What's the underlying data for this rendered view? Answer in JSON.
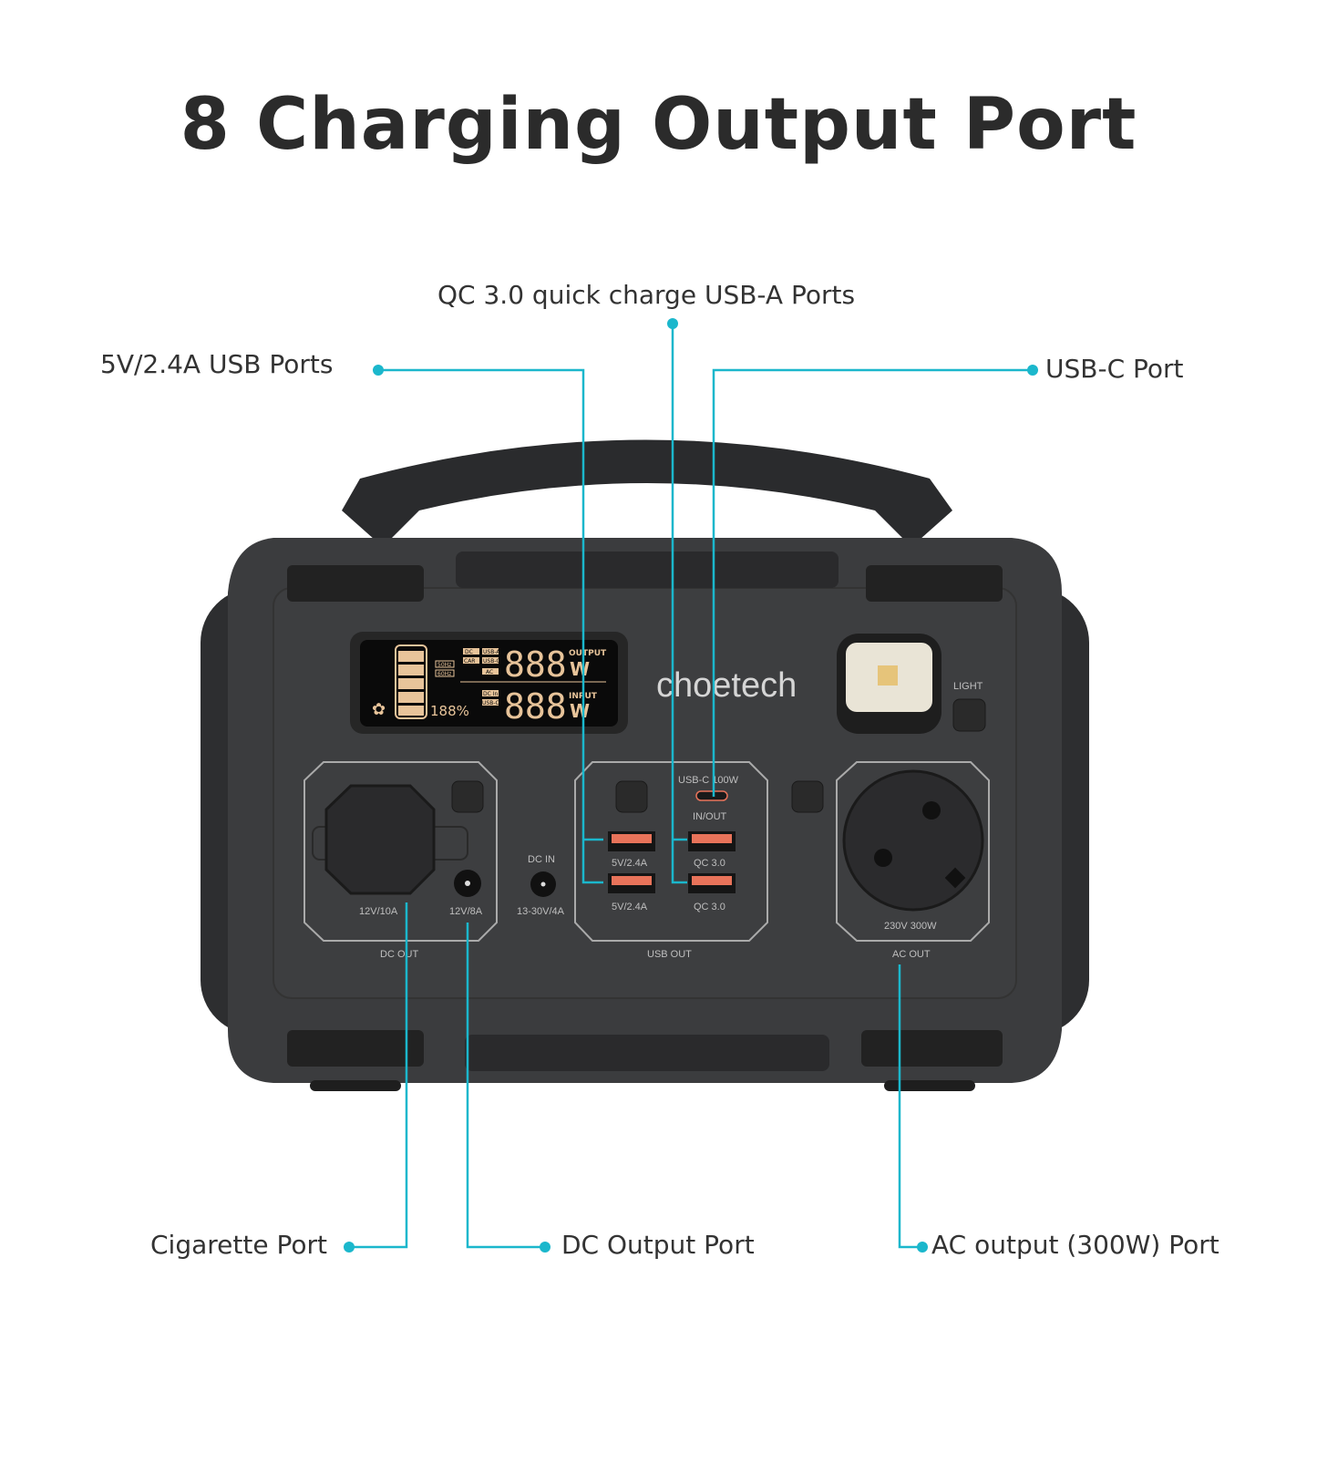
{
  "title": "8 Charging Output Port",
  "callouts": {
    "qc": "QC 3.0 quick charge USB-A Ports",
    "usb_5v": "5V/2.4A USB Ports",
    "usbc": "USB-C Port",
    "cigarette": "Cigarette Port",
    "dc_output": "DC Output Port",
    "ac_output": "AC output (300W) Port"
  },
  "device": {
    "brand": "choetech",
    "display": {
      "output_label": "OUTPUT",
      "input_label": "INPUT",
      "digits": "888",
      "unit": "W",
      "percent": "188%",
      "tags": [
        "DC",
        "USB-A",
        "CAR",
        "USB-C",
        "AC",
        "50Hz",
        "60Hz",
        "DC In",
        "USB-C In"
      ]
    },
    "light_label": "LIGHT",
    "dc_out": {
      "label": "DC OUT",
      "cig": "12V/10A",
      "dc": "12V/8A"
    },
    "dc_in": {
      "label": "DC IN",
      "spec": "13-30V/4A"
    },
    "usb_out": {
      "label": "USB OUT",
      "usbc": "USB-C 100W",
      "inout": "IN/OUT",
      "usb_a": "5V/2.4A",
      "qc": "QC 3.0"
    },
    "ac_out": {
      "label": "AC OUT",
      "spec": "230V 300W"
    }
  },
  "colors": {
    "accent": "#1bb7cc",
    "body": "#3a3b3d",
    "port": "#e8735a",
    "lcd": "#e8c49a"
  }
}
